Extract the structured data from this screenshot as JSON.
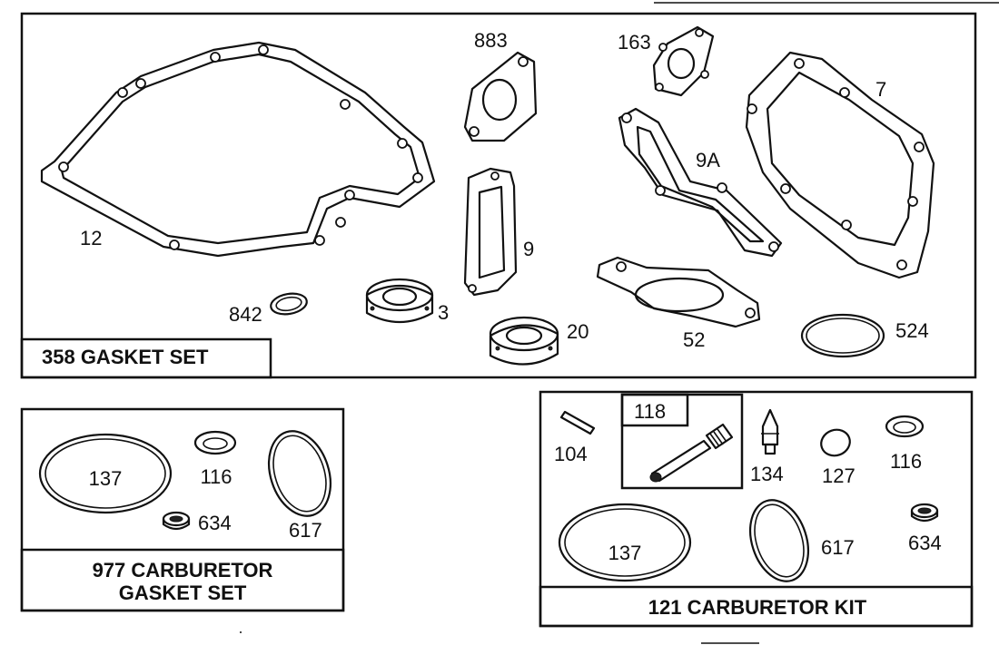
{
  "panels": {
    "gasket_set": {
      "title": "358 GASKET SET",
      "parts": {
        "p12": "12",
        "p883": "883",
        "p163": "163",
        "p7": "7",
        "p9A": "9A",
        "p9": "9",
        "p842": "842",
        "p3": "3",
        "p20": "20",
        "p52": "52",
        "p524": "524"
      }
    },
    "carb_gasket_set": {
      "title_line1": "977 CARBURETOR",
      "title_line2": "GASKET SET",
      "parts": {
        "p137": "137",
        "p116": "116",
        "p634": "634",
        "p617": "617"
      }
    },
    "carb_kit": {
      "title": "121 CARBURETOR KIT",
      "parts": {
        "p118": "118",
        "p104": "104",
        "p134": "134",
        "p127": "127",
        "p116": "116",
        "p137": "137",
        "p617": "617",
        "p634": "634"
      }
    }
  }
}
